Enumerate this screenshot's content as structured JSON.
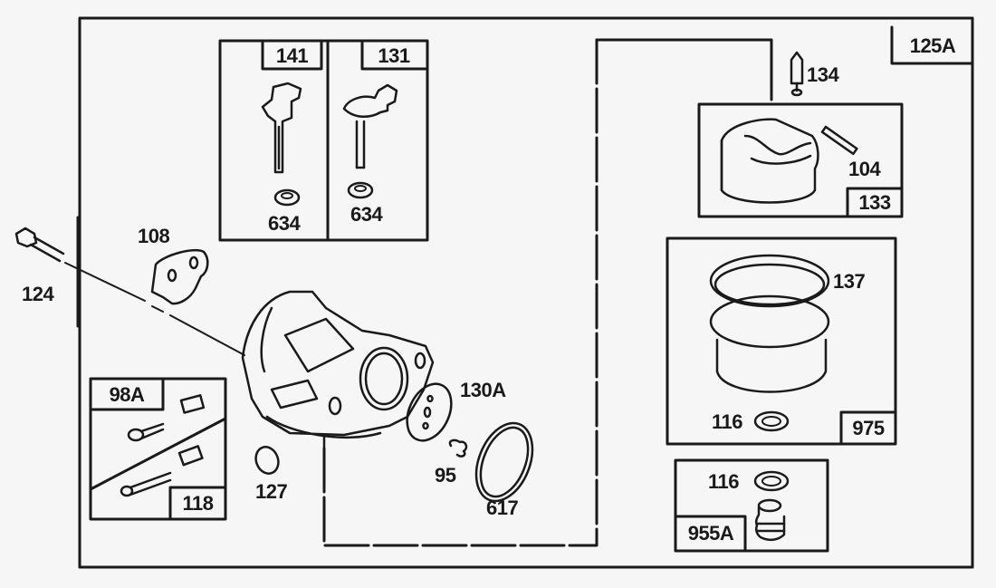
{
  "diagram": {
    "title": "Carburetor assembly exploded parts diagram",
    "ink_color": "#1a1a1a",
    "paper_color": "#f6f6f6",
    "assembly_label": "125A",
    "kits": [
      {
        "label": "141",
        "parts": [
          "634"
        ]
      },
      {
        "label": "131",
        "parts": [
          "634"
        ]
      },
      {
        "label": "133",
        "parts": [
          "104"
        ]
      },
      {
        "label": "975",
        "parts": [
          "137",
          "116"
        ]
      },
      {
        "label": "955A",
        "parts": [
          "116"
        ]
      },
      {
        "label": "118",
        "parts": [
          "98A"
        ]
      }
    ],
    "labels": {
      "p141": "141",
      "p131": "131",
      "p634a": "634",
      "p634b": "634",
      "p125A": "125A",
      "p134": "134",
      "p104": "104",
      "p133": "133",
      "p137": "137",
      "p116a": "116",
      "p975": "975",
      "p116b": "116",
      "p955A": "955A",
      "p108": "108",
      "p124": "124",
      "p98A": "98A",
      "p118": "118",
      "p127": "127",
      "p130A": "130A",
      "p95": "95",
      "p617": "617"
    }
  }
}
